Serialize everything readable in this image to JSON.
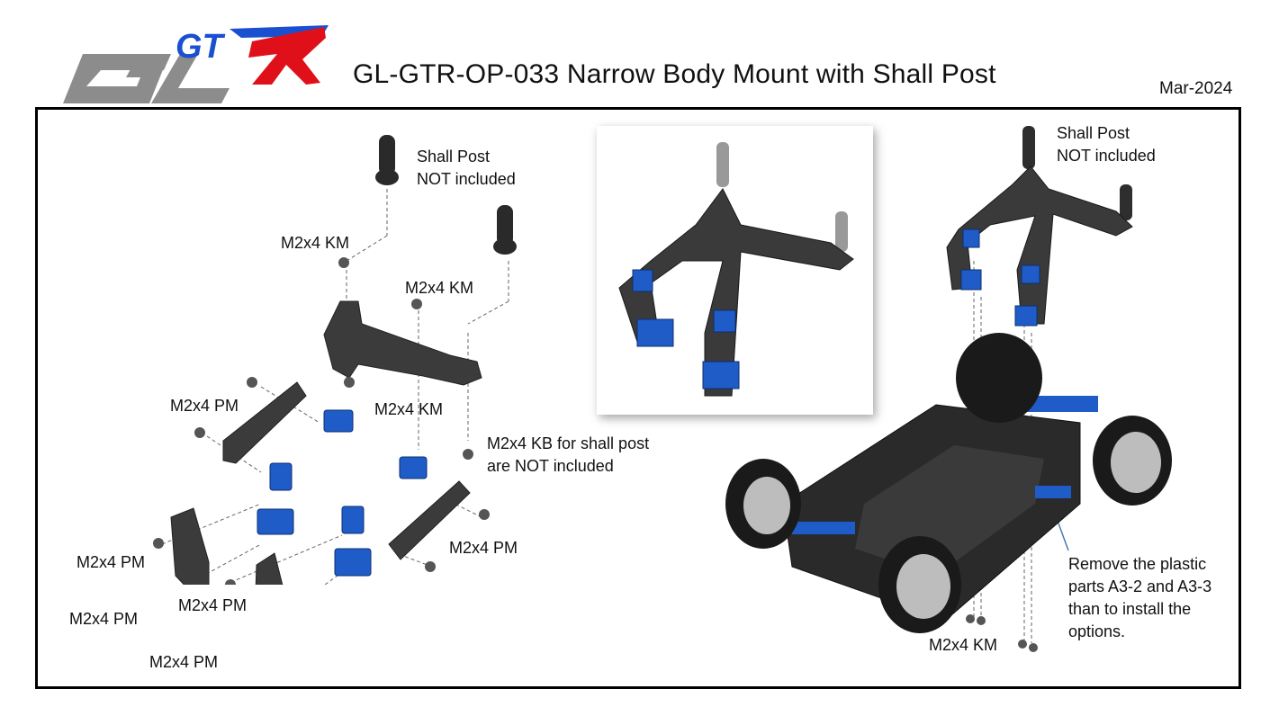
{
  "logo": {
    "text_gl": "GL",
    "text_gt": "GT",
    "text_r": "R",
    "colors": {
      "gray": "#8c8c8c",
      "blue": "#1a4fd0",
      "red": "#e0101a"
    }
  },
  "header": {
    "title": "GL-GTR-OP-033 Narrow Body Mount with Shall Post",
    "date": "Mar-2024"
  },
  "labels": {
    "shall_post_left": [
      "Shall Post",
      "NOT included"
    ],
    "m2x4_km_a": "M2x4 KM",
    "m2x4_km_b": "M2x4 KM",
    "m2x4_km_c": "M2x4 KM",
    "m2x4_pm_a": "M2x4 PM",
    "m2x4_kb": [
      "M2x4 KB for shall post",
      "are NOT included"
    ],
    "m2x4_pm_b": "M2x4 PM",
    "m2x4_pm_c": "M2x4 PM",
    "m2x4_pm_d": "M2x4 PM",
    "m2x4_pm_e": "M2x4 PM",
    "m2x4_pm_f": "M2x4 PM",
    "shall_post_right": [
      "Shall Post",
      "NOT included"
    ],
    "remove_note": [
      "Remove the plastic",
      "parts A3-2 and A3-3",
      "than to install the",
      "options."
    ],
    "m2x4_km_d": "M2x4 KM"
  },
  "colors": {
    "carbon": "#3a3a3a",
    "anodized_blue": "#1f5cc8",
    "frame": "#000000"
  }
}
